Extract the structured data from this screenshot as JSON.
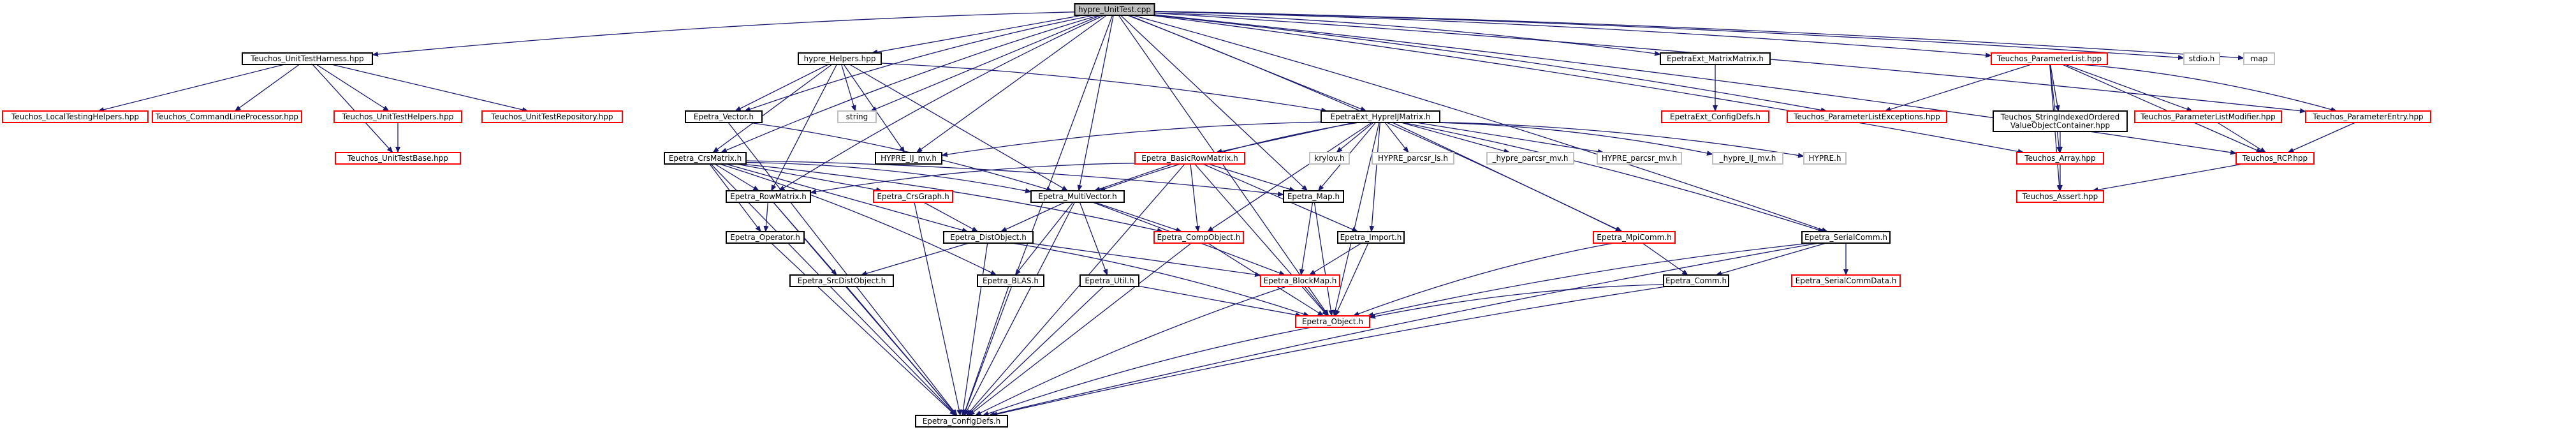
{
  "colors": {
    "edge": "#191970",
    "border_black": "#000000",
    "border_red": "#ff0000",
    "border_gray": "#bfbfbf",
    "root_fill": "#bfbfbf",
    "fill": "#ffffff"
  },
  "nodes": [
    {
      "id": "root",
      "label": "hypre_UnitTest.cpp",
      "style": "root"
    },
    {
      "id": "harness",
      "label": "Teuchos_UnitTestHarness.hpp",
      "style": "black"
    },
    {
      "id": "helpers",
      "label": "hypre_Helpers.hpp",
      "style": "black"
    },
    {
      "id": "epmatmatrix",
      "label": "EpetraExt_MatrixMatrix.h",
      "style": "black"
    },
    {
      "id": "paramlist",
      "label": "Teuchos_ParameterList.hpp",
      "style": "red"
    },
    {
      "id": "stdio",
      "label": "stdio.h",
      "style": "gray"
    },
    {
      "id": "map",
      "label": "map",
      "style": "gray"
    },
    {
      "id": "localtest",
      "label": "Teuchos_LocalTestingHelpers.hpp",
      "style": "red"
    },
    {
      "id": "cmdline",
      "label": "Teuchos_CommandLineProcessor.hpp",
      "style": "red"
    },
    {
      "id": "unithelpers",
      "label": "Teuchos_UnitTestHelpers.hpp",
      "style": "red"
    },
    {
      "id": "unitrepo",
      "label": "Teuchos_UnitTestRepository.hpp",
      "style": "red"
    },
    {
      "id": "unitbase",
      "label": "Teuchos_UnitTestBase.hpp",
      "style": "red"
    },
    {
      "id": "vector",
      "label": "Epetra_Vector.h",
      "style": "black"
    },
    {
      "id": "string",
      "label": "string",
      "style": "gray"
    },
    {
      "id": "hypreij",
      "label": "EpetraExt_HypreIJMatrix.h",
      "style": "black"
    },
    {
      "id": "epconfig",
      "label": "EpetraExt_ConfigDefs.h",
      "style": "red"
    },
    {
      "id": "paramexc",
      "label": "Teuchos_ParameterListExceptions.hpp",
      "style": "red"
    },
    {
      "id": "strindexed",
      "label": "Teuchos_StringIndexedOrdered\nValueObjectContainer.hpp",
      "style": "black"
    },
    {
      "id": "paramlistmod",
      "label": "Teuchos_ParameterListModifier.hpp",
      "style": "red"
    },
    {
      "id": "paramentry",
      "label": "Teuchos_ParameterEntry.hpp",
      "style": "red"
    },
    {
      "id": "crsmatrix",
      "label": "Epetra_CrsMatrix.h",
      "style": "black"
    },
    {
      "id": "hyprelsmv",
      "label": "HYPRE_IJ_mv.h",
      "style": "black"
    },
    {
      "id": "basicrow",
      "label": "Epetra_BasicRowMatrix.h",
      "style": "red"
    },
    {
      "id": "krylov",
      "label": "krylov.h",
      "style": "gray"
    },
    {
      "id": "parcsrls",
      "label": "HYPRE_parcsr_ls.h",
      "style": "gray"
    },
    {
      "id": "parcsrmv1",
      "label": "_hypre_parcsr_mv.h",
      "style": "gray"
    },
    {
      "id": "parcsrmv2",
      "label": "HYPRE_parcsr_mv.h",
      "style": "gray"
    },
    {
      "id": "ijmv",
      "label": "_hypre_IJ_mv.h",
      "style": "gray"
    },
    {
      "id": "hypreh",
      "label": "HYPRE.h",
      "style": "gray"
    },
    {
      "id": "array",
      "label": "Teuchos_Array.hpp",
      "style": "red"
    },
    {
      "id": "rcp",
      "label": "Teuchos_RCP.hpp",
      "style": "red"
    },
    {
      "id": "rowmatrix",
      "label": "Epetra_RowMatrix.h",
      "style": "black"
    },
    {
      "id": "crsgraph",
      "label": "Epetra_CrsGraph.h",
      "style": "red"
    },
    {
      "id": "multivector",
      "label": "Epetra_MultiVector.h",
      "style": "black"
    },
    {
      "id": "emap",
      "label": "Epetra_Map.h",
      "style": "black"
    },
    {
      "id": "asset",
      "label": "Teuchos_Assert.hpp",
      "style": "red"
    },
    {
      "id": "operator",
      "label": "Epetra_Operator.h",
      "style": "black"
    },
    {
      "id": "distobject",
      "label": "Epetra_DistObject.h",
      "style": "black"
    },
    {
      "id": "compobject",
      "label": "Epetra_CompObject.h",
      "style": "red"
    },
    {
      "id": "import",
      "label": "Epetra_Import.h",
      "style": "black"
    },
    {
      "id": "mpicomm",
      "label": "Epetra_MpiComm.h",
      "style": "red"
    },
    {
      "id": "serialcomm",
      "label": "Epetra_SerialComm.h",
      "style": "black"
    },
    {
      "id": "srcdist",
      "label": "Epetra_SrcDistObject.h",
      "style": "black"
    },
    {
      "id": "blas",
      "label": "Epetra_BLAS.h",
      "style": "black"
    },
    {
      "id": "util",
      "label": "Epetra_Util.h",
      "style": "black"
    },
    {
      "id": "blockmap",
      "label": "Epetra_BlockMap.h",
      "style": "red"
    },
    {
      "id": "comm",
      "label": "Epetra_Comm.h",
      "style": "black"
    },
    {
      "id": "serialcommdata",
      "label": "Epetra_SerialCommData.h",
      "style": "red"
    },
    {
      "id": "object",
      "label": "Epetra_Object.h",
      "style": "red"
    },
    {
      "id": "configdefs",
      "label": "Epetra_ConfigDefs.h",
      "style": "black"
    }
  ],
  "edges": [
    [
      "root",
      "harness"
    ],
    [
      "root",
      "helpers"
    ],
    [
      "root",
      "epmatmatrix"
    ],
    [
      "root",
      "paramlist"
    ],
    [
      "root",
      "stdio"
    ],
    [
      "root",
      "map"
    ],
    [
      "root",
      "vector"
    ],
    [
      "root",
      "string"
    ],
    [
      "root",
      "hypreij"
    ],
    [
      "root",
      "paramexc"
    ],
    [
      "root",
      "paramentry"
    ],
    [
      "root",
      "crsmatrix"
    ],
    [
      "root",
      "hyprelsmv"
    ],
    [
      "root",
      "array"
    ],
    [
      "root",
      "rcp"
    ],
    [
      "root",
      "rowmatrix"
    ],
    [
      "root",
      "multivector"
    ],
    [
      "root",
      "emap"
    ],
    [
      "root",
      "object"
    ],
    [
      "root",
      "configdefs"
    ],
    [
      "root",
      "mpicomm"
    ],
    [
      "root",
      "serialcomm"
    ],
    [
      "harness",
      "localtest"
    ],
    [
      "harness",
      "cmdline"
    ],
    [
      "harness",
      "unithelpers"
    ],
    [
      "harness",
      "unitrepo"
    ],
    [
      "harness",
      "unitbase"
    ],
    [
      "unithelpers",
      "unitbase"
    ],
    [
      "helpers",
      "vector"
    ],
    [
      "helpers",
      "string"
    ],
    [
      "helpers",
      "hypreij"
    ],
    [
      "helpers",
      "crsmatrix"
    ],
    [
      "helpers",
      "hyprelsmv"
    ],
    [
      "helpers",
      "rowmatrix"
    ],
    [
      "helpers",
      "multivector"
    ],
    [
      "epmatmatrix",
      "epconfig"
    ],
    [
      "paramlist",
      "paramexc"
    ],
    [
      "paramlist",
      "strindexed"
    ],
    [
      "paramlist",
      "paramlistmod"
    ],
    [
      "paramlist",
      "paramentry"
    ],
    [
      "paramlist",
      "array"
    ],
    [
      "paramlist",
      "rcp"
    ],
    [
      "paramlist",
      "asset"
    ],
    [
      "strindexed",
      "array"
    ],
    [
      "paramlistmod",
      "rcp"
    ],
    [
      "paramentry",
      "rcp"
    ],
    [
      "array",
      "asset"
    ],
    [
      "rcp",
      "asset"
    ],
    [
      "vector",
      "multivector"
    ],
    [
      "vector",
      "configdefs"
    ],
    [
      "hypreij",
      "basicrow"
    ],
    [
      "hypreij",
      "krylov"
    ],
    [
      "hypreij",
      "parcsrls"
    ],
    [
      "hypreij",
      "parcsrmv1"
    ],
    [
      "hypreij",
      "parcsrmv2"
    ],
    [
      "hypreij",
      "ijmv"
    ],
    [
      "hypreij",
      "hypreh"
    ],
    [
      "hypreij",
      "hyprelsmv"
    ],
    [
      "hypreij",
      "emap"
    ],
    [
      "hypreij",
      "multivector"
    ],
    [
      "hypreij",
      "compobject"
    ],
    [
      "hypreij",
      "object"
    ],
    [
      "hypreij",
      "import"
    ],
    [
      "hypreij",
      "mpicomm"
    ],
    [
      "hypreij",
      "serialcomm"
    ],
    [
      "crsmatrix",
      "rowmatrix"
    ],
    [
      "crsmatrix",
      "crsgraph"
    ],
    [
      "crsmatrix",
      "multivector"
    ],
    [
      "crsmatrix",
      "emap"
    ],
    [
      "crsmatrix",
      "operator"
    ],
    [
      "crsmatrix",
      "distobject"
    ],
    [
      "crsmatrix",
      "blas"
    ],
    [
      "crsmatrix",
      "compobject"
    ],
    [
      "crsmatrix",
      "configdefs"
    ],
    [
      "basicrow",
      "rowmatrix"
    ],
    [
      "basicrow",
      "multivector"
    ],
    [
      "basicrow",
      "emap"
    ],
    [
      "basicrow",
      "compobject"
    ],
    [
      "basicrow",
      "object"
    ],
    [
      "basicrow",
      "configdefs"
    ],
    [
      "basicrow",
      "import"
    ],
    [
      "rowmatrix",
      "operator"
    ],
    [
      "rowmatrix",
      "srcdist"
    ],
    [
      "rowmatrix",
      "configdefs"
    ],
    [
      "crsgraph",
      "distobject"
    ],
    [
      "crsgraph",
      "configdefs"
    ],
    [
      "multivector",
      "distobject"
    ],
    [
      "multivector",
      "compobject"
    ],
    [
      "multivector",
      "blas"
    ],
    [
      "multivector",
      "util"
    ],
    [
      "multivector",
      "blockmap"
    ],
    [
      "multivector",
      "configdefs"
    ],
    [
      "emap",
      "blockmap"
    ],
    [
      "emap",
      "object"
    ],
    [
      "operator",
      "configdefs"
    ],
    [
      "distobject",
      "srcdist"
    ],
    [
      "distobject",
      "blockmap"
    ],
    [
      "distobject",
      "object"
    ],
    [
      "distobject",
      "configdefs"
    ],
    [
      "compobject",
      "object"
    ],
    [
      "compobject",
      "configdefs"
    ],
    [
      "import",
      "blockmap"
    ],
    [
      "import",
      "object"
    ],
    [
      "mpicomm",
      "comm"
    ],
    [
      "mpicomm",
      "object"
    ],
    [
      "serialcomm",
      "comm"
    ],
    [
      "serialcomm",
      "serialcommdata"
    ],
    [
      "serialcomm",
      "object"
    ],
    [
      "serialcomm",
      "configdefs"
    ],
    [
      "srcdist",
      "configdefs"
    ],
    [
      "blas",
      "configdefs"
    ],
    [
      "util",
      "object"
    ],
    [
      "util",
      "configdefs"
    ],
    [
      "blockmap",
      "object"
    ],
    [
      "blockmap",
      "configdefs"
    ],
    [
      "comm",
      "object"
    ],
    [
      "comm",
      "configdefs"
    ],
    [
      "object",
      "configdefs"
    ]
  ]
}
